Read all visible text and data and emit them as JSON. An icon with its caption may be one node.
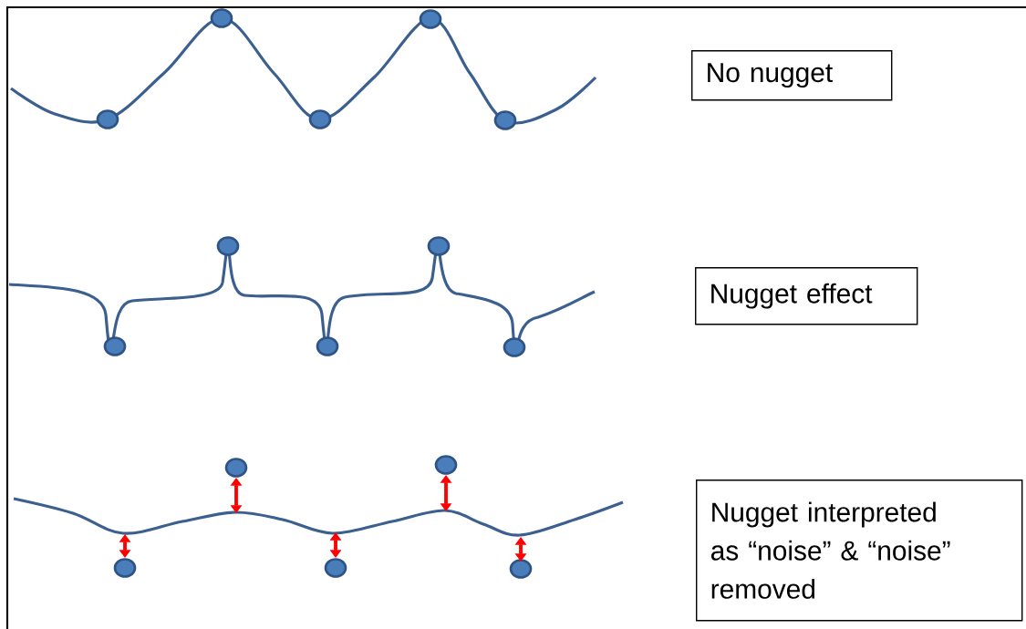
{
  "diagram": {
    "nodes": [
      {
        "text": [
          "No nugget"
        ]
      },
      {
        "text": [
          "Nugget effect"
        ]
      },
      {
        "text": [
          "Nugget interpreted as “noise” & “noise” removed"
        ]
      }
    ]
  }
}
